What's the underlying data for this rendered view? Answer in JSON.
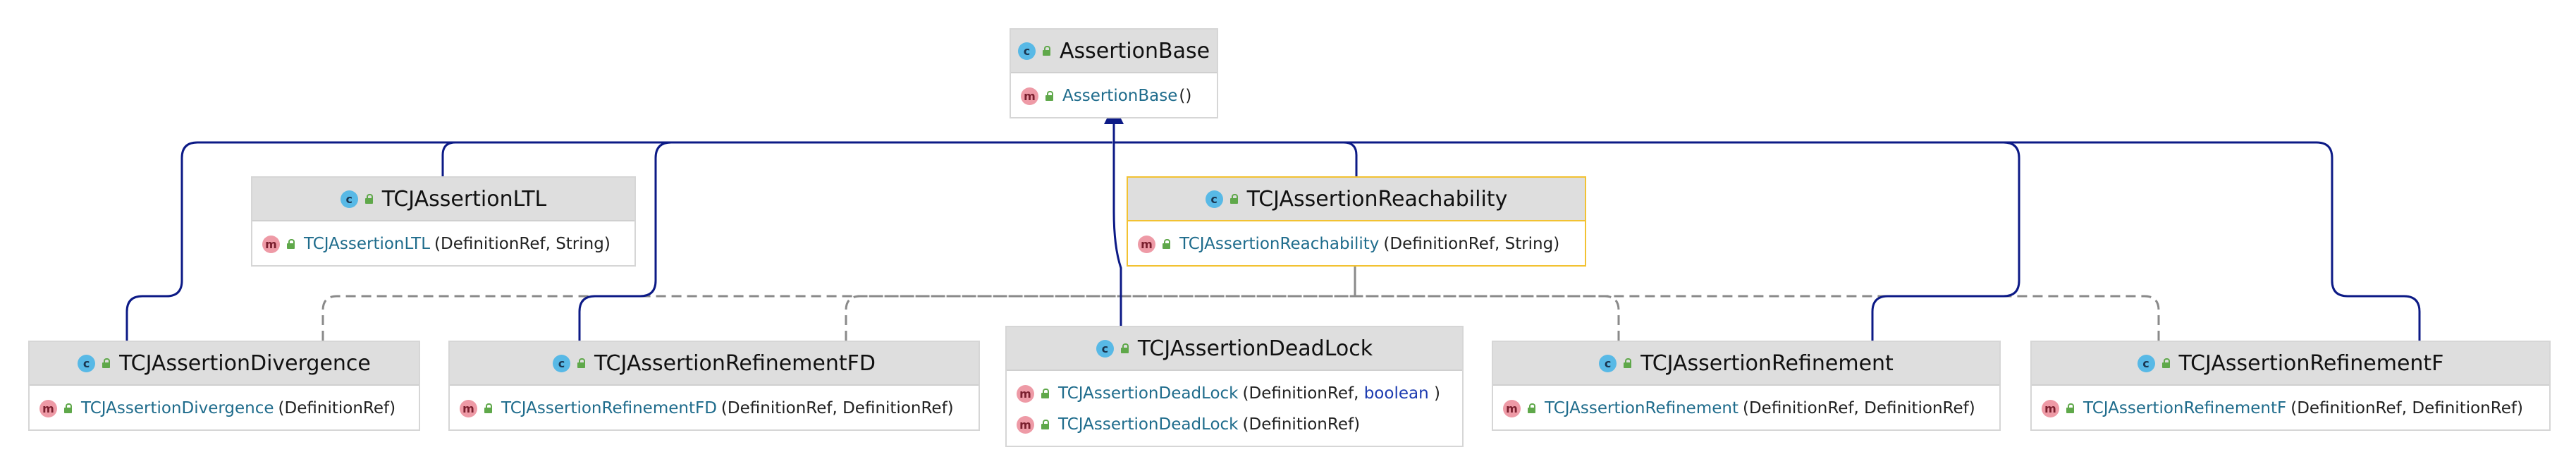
{
  "diagram": {
    "classes": [
      {
        "id": "assertion-base",
        "kind_label": "c",
        "name": "AssertionBase",
        "selected": false,
        "members": [
          {
            "kind_label": "m",
            "name": "AssertionBase",
            "params": []
          }
        ]
      },
      {
        "id": "tcj-assertion-ltl",
        "kind_label": "c",
        "name": "TCJAssertionLTL",
        "selected": false,
        "members": [
          {
            "kind_label": "m",
            "name": "TCJAssertionLTL",
            "params": [
              "DefinitionRef",
              "String"
            ]
          }
        ]
      },
      {
        "id": "tcj-assertion-reachability",
        "kind_label": "c",
        "name": "TCJAssertionReachability",
        "selected": true,
        "members": [
          {
            "kind_label": "m",
            "name": "TCJAssertionReachability",
            "params": [
              "DefinitionRef",
              "String"
            ]
          }
        ]
      },
      {
        "id": "tcj-assertion-divergence",
        "kind_label": "c",
        "name": "TCJAssertionDivergence",
        "selected": false,
        "members": [
          {
            "kind_label": "m",
            "name": "TCJAssertionDivergence",
            "params": [
              "DefinitionRef"
            ]
          }
        ]
      },
      {
        "id": "tcj-assertion-refinement-fd",
        "kind_label": "c",
        "name": "TCJAssertionRefinementFD",
        "selected": false,
        "members": [
          {
            "kind_label": "m",
            "name": "TCJAssertionRefinementFD",
            "params": [
              "DefinitionRef",
              "DefinitionRef"
            ]
          }
        ]
      },
      {
        "id": "tcj-assertion-deadlock",
        "kind_label": "c",
        "name": "TCJAssertionDeadLock",
        "selected": false,
        "members": [
          {
            "kind_label": "m",
            "name": "TCJAssertionDeadLock",
            "params": [
              "DefinitionRef",
              "boolean"
            ]
          },
          {
            "kind_label": "m",
            "name": "TCJAssertionDeadLock",
            "params": [
              "DefinitionRef"
            ]
          }
        ]
      },
      {
        "id": "tcj-assertion-refinement",
        "kind_label": "c",
        "name": "TCJAssertionRefinement",
        "selected": false,
        "members": [
          {
            "kind_label": "m",
            "name": "TCJAssertionRefinement",
            "params": [
              "DefinitionRef",
              "DefinitionRef"
            ]
          }
        ]
      },
      {
        "id": "tcj-assertion-refinement-f",
        "kind_label": "c",
        "name": "TCJAssertionRefinementF",
        "selected": false,
        "members": [
          {
            "kind_label": "m",
            "name": "TCJAssertionRefinementF",
            "params": [
              "DefinitionRef",
              "DefinitionRef"
            ]
          }
        ]
      }
    ],
    "relations": [
      {
        "type": "extends",
        "from": "tcj-assertion-ltl",
        "to": "assertion-base"
      },
      {
        "type": "extends",
        "from": "tcj-assertion-reachability",
        "to": "assertion-base"
      },
      {
        "type": "extends",
        "from": "tcj-assertion-divergence",
        "to": "assertion-base"
      },
      {
        "type": "extends",
        "from": "tcj-assertion-refinement-fd",
        "to": "assertion-base"
      },
      {
        "type": "extends",
        "from": "tcj-assertion-deadlock",
        "to": "assertion-base"
      },
      {
        "type": "extends",
        "from": "tcj-assertion-refinement",
        "to": "assertion-base"
      },
      {
        "type": "extends",
        "from": "tcj-assertion-refinement-f",
        "to": "assertion-base"
      },
      {
        "type": "uses",
        "from": "tcj-assertion-divergence",
        "to": "tcj-assertion-reachability"
      },
      {
        "type": "uses",
        "from": "tcj-assertion-refinement-fd",
        "to": "tcj-assertion-reachability"
      },
      {
        "type": "uses",
        "from": "tcj-assertion-refinement",
        "to": "tcj-assertion-reachability"
      },
      {
        "type": "uses",
        "from": "tcj-assertion-refinement-f",
        "to": "tcj-assertion-reachability"
      }
    ],
    "keyword_types": [
      "boolean"
    ],
    "colors": {
      "inheritance_edge": "#0c1a86",
      "dependency_edge": "#8a8a8a",
      "selection_border": "#f2c232",
      "member_name": "#1f6c8c",
      "keyword": "#1b3ab0"
    }
  }
}
